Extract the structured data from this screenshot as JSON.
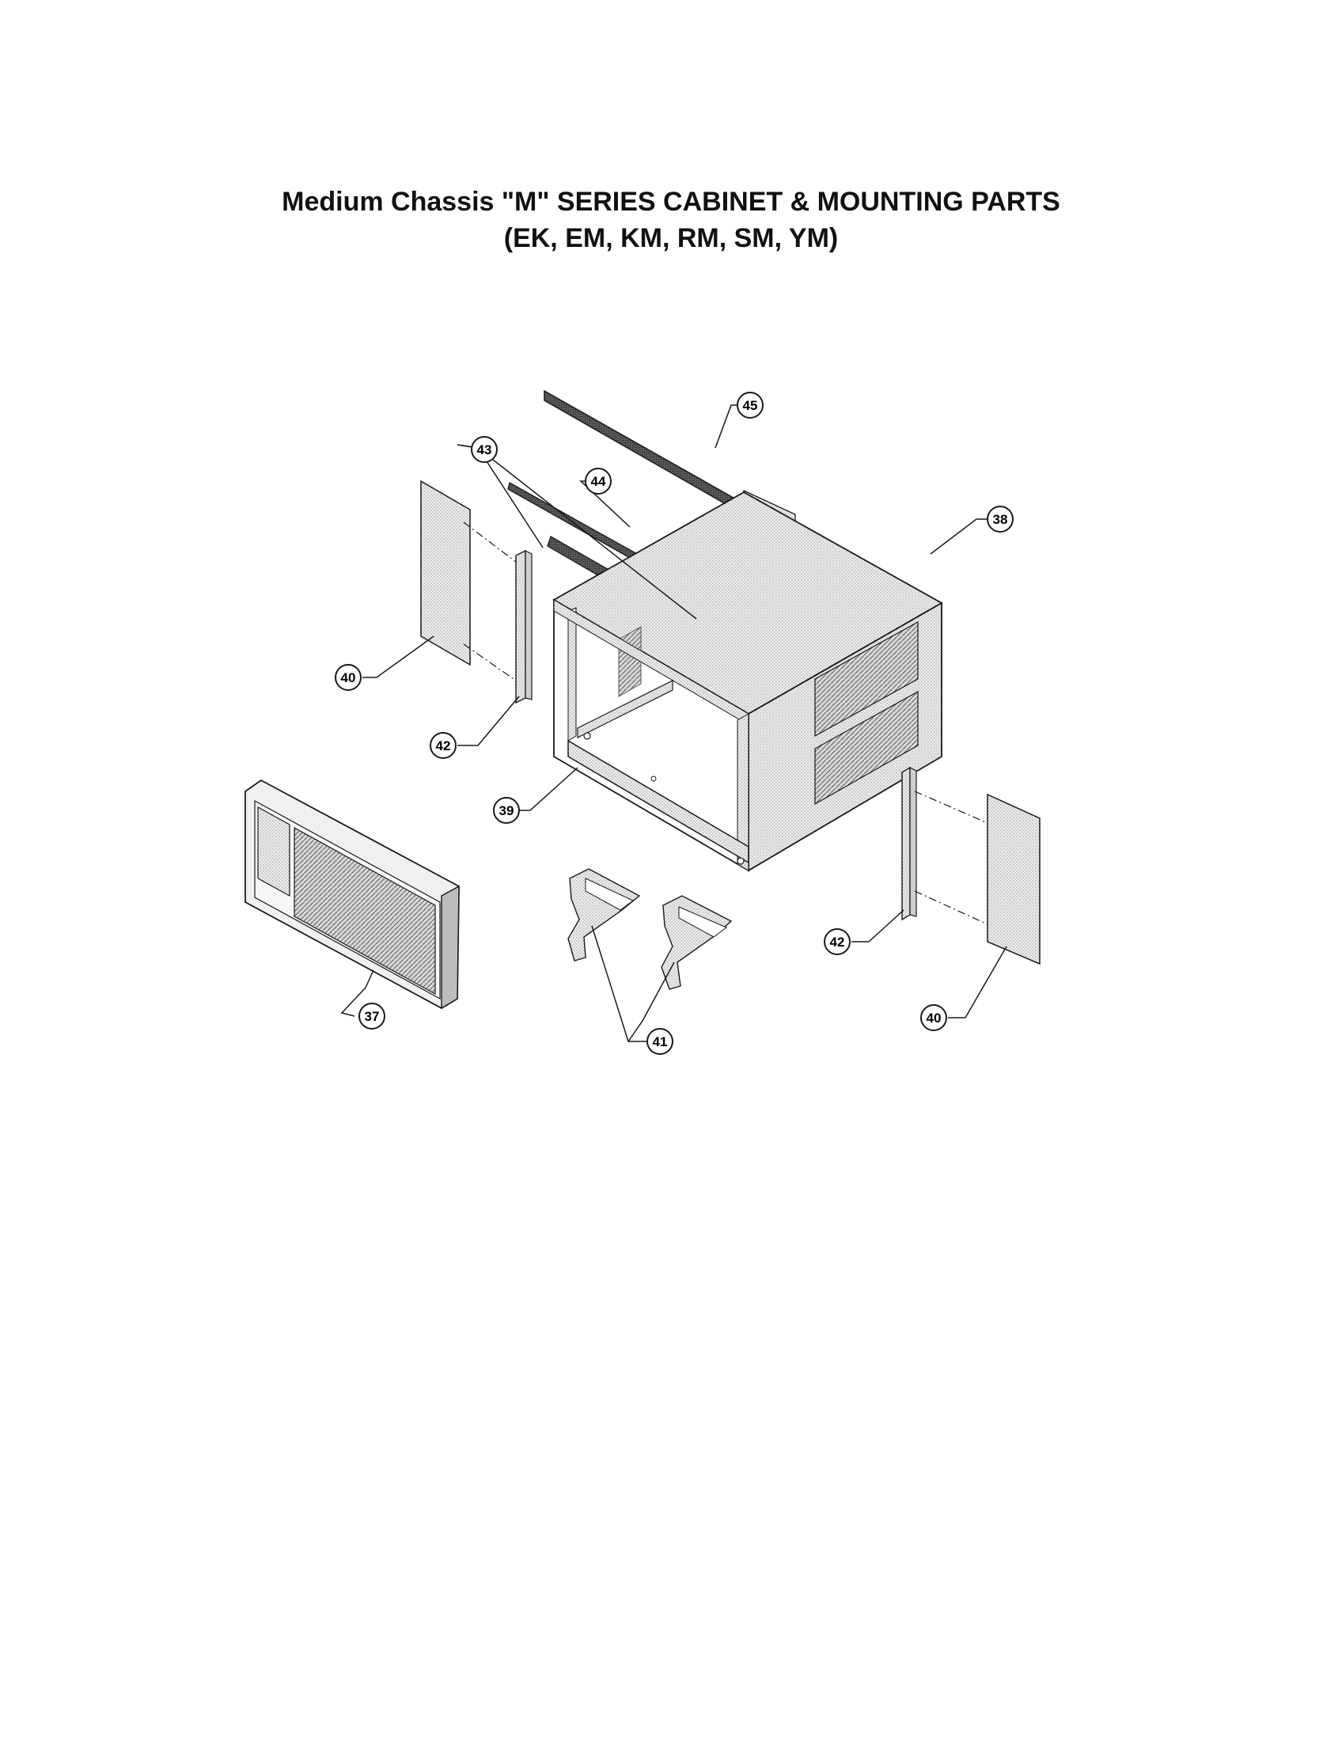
{
  "page": {
    "title_line1": "Medium Chassis \"M\" SERIES CABINET & MOUNTING PARTS",
    "title_line2": "(EK, EM, KM, RM, SM, YM)"
  },
  "diagram": {
    "callouts": {
      "p37": "37",
      "p38": "38",
      "p39": "39",
      "p40_left": "40",
      "p40_right": "40",
      "p41": "41",
      "p42_left": "42",
      "p42_right": "42",
      "p43": "43",
      "p44": "44",
      "p45": "45"
    }
  },
  "colors": {
    "ink": "#1a1a1a",
    "panel_fill": "#e2e2e2",
    "cabinet_fill": "#ececec",
    "strip_fill": "#4a4a4a"
  }
}
